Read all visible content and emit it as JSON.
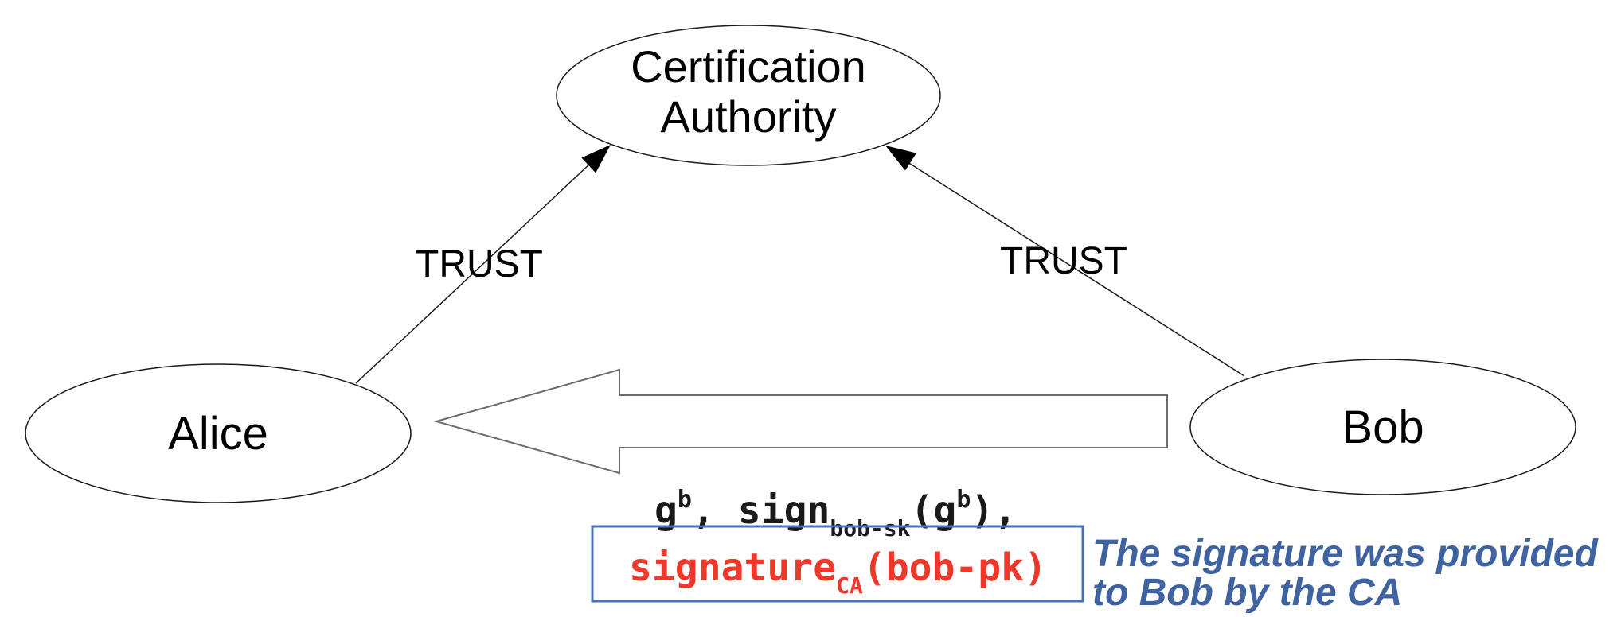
{
  "diagram": {
    "nodes": {
      "ca": {
        "label_line1": "Certification",
        "label_line2": "Authority"
      },
      "alice": {
        "label": "Alice"
      },
      "bob": {
        "label": "Bob"
      }
    },
    "edges": {
      "alice_ca_label": "TRUST",
      "bob_ca_label": "TRUST"
    },
    "message": {
      "base1": "g",
      "sup1": "b",
      "mid": ", sign",
      "sub1": "bob-sk",
      "base2": "(g",
      "sup2": "b",
      "tail": "),"
    },
    "signature": {
      "base": "signature",
      "sub": "CA",
      "tail": "(bob-pk)"
    },
    "annotation": {
      "line1": "The signature was provided",
      "line2": "to Bob by the CA"
    },
    "colors": {
      "signature_red": "#ED382A",
      "annotation_blue": "#3F63A0",
      "box_border_blue": "#4A72B8"
    }
  }
}
